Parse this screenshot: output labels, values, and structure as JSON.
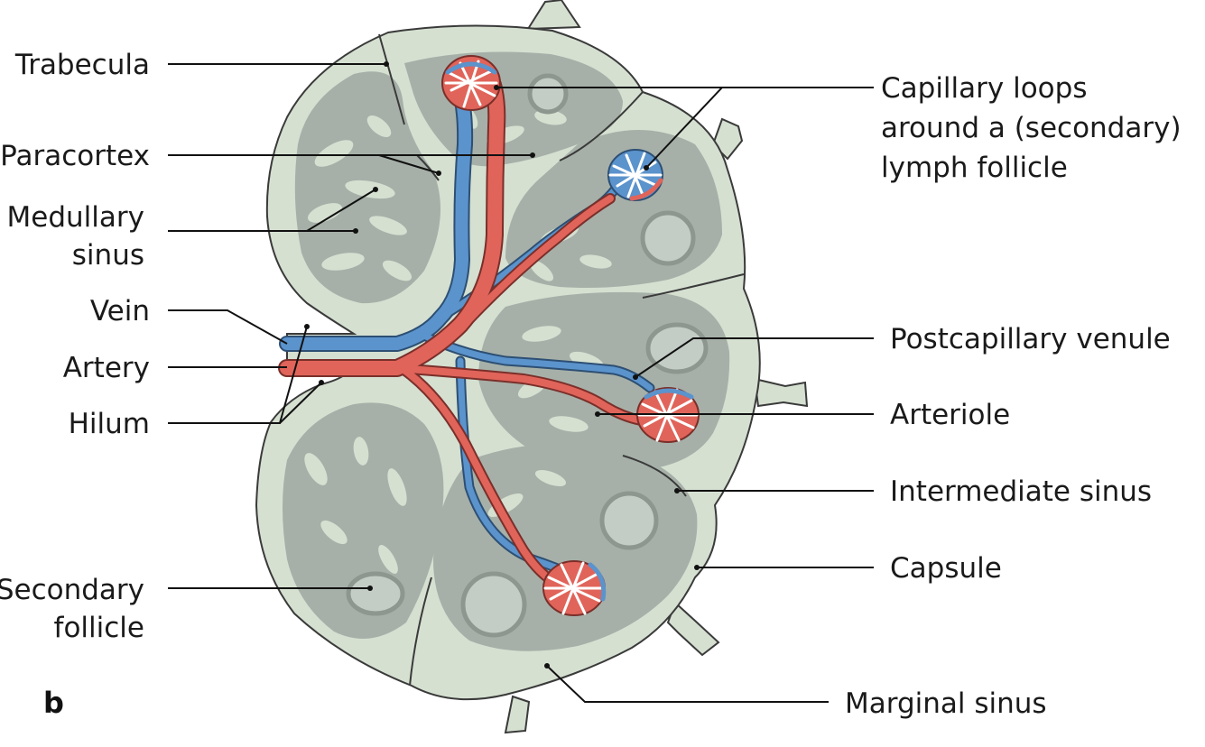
{
  "panel_letter": "b",
  "labels": {
    "trabecula": "Trabecula",
    "paracortex": "Paracortex",
    "medullary_sinus_1": "Medullary",
    "medullary_sinus_2": "sinus",
    "vein": "Vein",
    "artery": "Artery",
    "hilum": "Hilum",
    "secondary_follicle_1": "Secondary",
    "secondary_follicle_2": "follicle",
    "capillary_loops_1": "Capillary loops",
    "capillary_loops_2": "around a (secondary)",
    "capillary_loops_3": "lymph follicle",
    "postcapillary_venule": "Postcapillary venule",
    "arteriole": "Arteriole",
    "intermediate_sinus": "Intermediate sinus",
    "capsule": "Capsule",
    "marginal_sinus": "Marginal sinus"
  },
  "colors": {
    "node_fill": "#d5e0d1",
    "cortex_fill": "#a6b0a8",
    "follicle_fill": "#c3ccc5",
    "artery": "#e0645a",
    "vein": "#5b93cc",
    "outline": "#3a3a3a",
    "text": "#1a1a1a"
  }
}
